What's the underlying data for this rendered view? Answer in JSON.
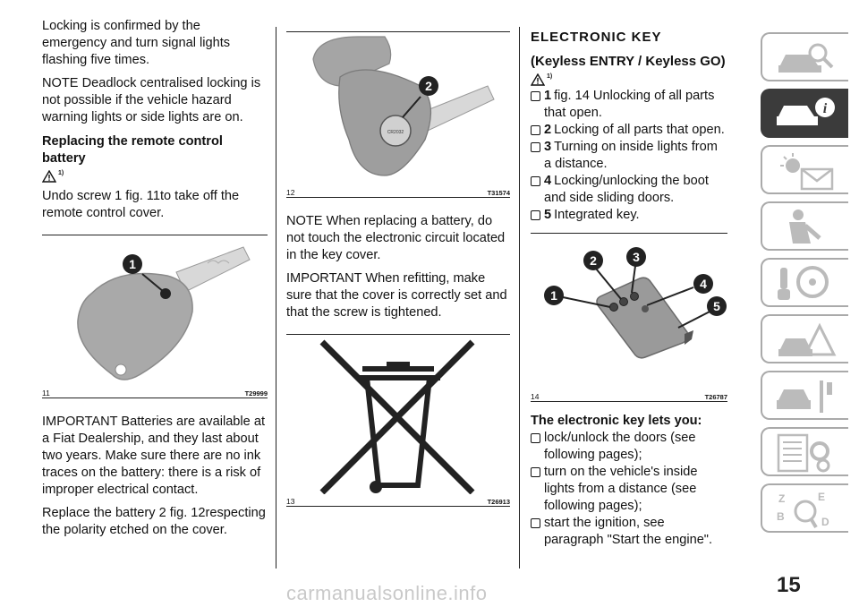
{
  "col1": {
    "p1": "Locking is confirmed by the emergency and turn signal lights flashing five times.",
    "p2": "NOTE Deadlock centralised locking is not possible if the vehicle hazard warning lights or side lights are on.",
    "heading": "Replacing the remote control battery",
    "warn_ref": "1)",
    "p3": "Undo screw 1 fig. 11to take off the remote control cover.",
    "fig_num": "11",
    "fig_code": "T29999",
    "callout_1": "1",
    "p4": "IMPORTANT Batteries are available at a Fiat Dealership, and they last about two years. Make sure there are no ink traces on the battery: there is a risk of improper electrical contact.",
    "p5": "Replace the battery 2 fig. 12respecting the polarity etched on the cover."
  },
  "col2": {
    "fig12_num": "12",
    "fig12_code": "T31574",
    "callout_2": "2",
    "p1": "NOTE When replacing a battery, do not touch the electronic circuit located in the key cover.",
    "p2": "IMPORTANT When refitting, make sure that the cover is correctly set and that the screw is tightened.",
    "fig13_num": "13",
    "fig13_code": "T26913"
  },
  "col3": {
    "title": "ELECTRONIC KEY",
    "subtitle": "(Keyless ENTRY / Keyless GO)",
    "warn_ref": "1)",
    "items": [
      {
        "num": "1",
        "text": "fig. 14 Unlocking of all parts that open."
      },
      {
        "num": "2",
        "text": "Locking of all parts that open."
      },
      {
        "num": "3",
        "text": "Turning on inside lights from a distance."
      },
      {
        "num": "4",
        "text": "Locking/unlocking the boot and side sliding doors."
      },
      {
        "num": "5",
        "text": "Integrated key."
      }
    ],
    "fig14_num": "14",
    "fig14_code": "T26787",
    "callouts": [
      "1",
      "2",
      "3",
      "4",
      "5"
    ],
    "lets_heading": "The electronic key lets you:",
    "lets_items": [
      "lock/unlock the doors (see following pages);",
      "turn on the vehicle's inside lights from a distance (see following pages);",
      "start the ignition, see paragraph \"Start the engine\"."
    ]
  },
  "side_tabs": [
    "car-search-icon",
    "car-info-icon",
    "warning-light-envelope-icon",
    "airbag-seat-icon",
    "key-steering-wheel-icon",
    "car-breakdown-icon",
    "car-tools-icon",
    "spec-list-gear-icon",
    "index-search-icon"
  ],
  "page_number": "15",
  "watermark": "carmanualsonline.info"
}
